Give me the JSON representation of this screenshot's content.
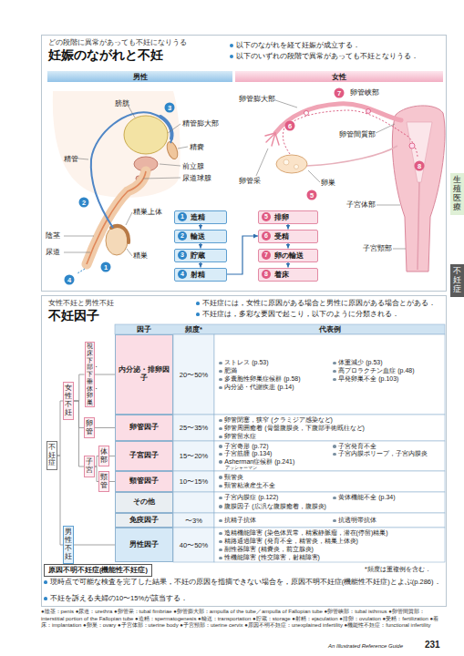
{
  "diagram": {
    "nodes": [
      {
        "text": [
          "どの段階に異常があっても不妊になりうる",
          "妊娠のながれと不妊"
        ]
      },
      {
        "text": [
          "男性"
        ],
        "in": 0
      },
      {
        "text": [
          "女性"
        ],
        "in": 0
      },
      {
        "text": [
          "1",
          "造精"
        ],
        "in": 0
      },
      {
        "text": [
          "2",
          "輸送"
        ],
        "in": 0
      },
      {
        "text": [
          "3",
          "貯蔵"
        ],
        "in": 0
      },
      {
        "text": [
          "4",
          "射精"
        ],
        "in": 0
      },
      {
        "text": [
          "5",
          "排卵"
        ],
        "in": 0
      },
      {
        "text": [
          "6",
          "受精"
        ],
        "in": 0
      },
      {
        "text": [
          "7",
          "卵の輸送"
        ],
        "in": 0
      },
      {
        "text": [
          "8",
          "着床"
        ],
        "in": 0
      },
      {
        "text": [
          "女性不妊と男性不妊",
          "不妊因子"
        ]
      },
      {
        "text": [
          "不妊症"
        ],
        "in": 11
      },
      {
        "text": [
          "女性不妊"
        ],
        "in": 11
      },
      {
        "text": [
          "視床下部・下垂体・卵巣"
        ],
        "in": 11
      },
      {
        "text": [
          "卵管"
        ],
        "in": 11
      },
      {
        "text": [
          "子宮"
        ],
        "in": 11
      },
      {
        "text": [
          "体部"
        ],
        "in": 11
      },
      {
        "text": [
          "頸管"
        ],
        "in": 11
      },
      {
        "text": [
          "男性不妊"
        ],
        "in": 11
      },
      {
        "text": [
          "内分泌・排卵因子"
        ],
        "in": 11
      },
      {
        "text": [
          "卵管因子"
        ],
        "in": 11
      },
      {
        "text": [
          "子宮因子"
        ],
        "in": 11
      },
      {
        "text": [
          "頸管因子"
        ],
        "in": 11
      },
      {
        "text": [
          "その他"
        ],
        "in": 11
      },
      {
        "text": [
          "免疫因子"
        ],
        "in": 11
      },
      {
        "text": [
          "男性因子"
        ],
        "in": 11
      },
      {
        "text": [
          "原因不明不妊症(機能性不妊症)"
        ],
        "in": 11
      },
      {
        "text": [
          "生殖医療"
        ]
      },
      {
        "text": [
          "不妊症"
        ]
      }
    ],
    "edges": [
      {
        "from": 3,
        "to": 4,
        "arrow": "to"
      },
      {
        "from": 4,
        "to": 5,
        "arrow": "to"
      },
      {
        "from": 5,
        "to": 6,
        "arrow": "to"
      },
      {
        "from": 6,
        "to": 8,
        "arrow": "to"
      },
      {
        "from": 7,
        "to": 8,
        "arrow": "to"
      },
      {
        "from": 8,
        "to": 9,
        "arrow": "to"
      },
      {
        "from": 9,
        "to": 10,
        "arrow": "to"
      },
      {
        "from": 12,
        "to": 13,
        "arrow": "none"
      },
      {
        "from": 12,
        "to": 19,
        "arrow": "none"
      },
      {
        "from": 13,
        "to": 14,
        "arrow": "none"
      },
      {
        "from": 13,
        "to": 15,
        "arrow": "none"
      },
      {
        "from": 13,
        "to": 16,
        "arrow": "none"
      },
      {
        "from": 16,
        "to": 17,
        "arrow": "none"
      },
      {
        "from": 16,
        "to": 18,
        "arrow": "none"
      },
      {
        "from": 14,
        "to": 20,
        "arrow": "none"
      },
      {
        "from": 15,
        "to": 21,
        "arrow": "none"
      },
      {
        "from": 17,
        "to": 22,
        "arrow": "none"
      },
      {
        "from": 18,
        "to": 23,
        "arrow": "none"
      },
      {
        "from": 19,
        "to": 26,
        "arrow": "none"
      }
    ],
    "labels": [
      "以下のながれを経て妊娠が成立する．",
      "以下のいずれの段階で異常があっても不妊となりうる．",
      "膀胱",
      "精管膨大部",
      "精嚢",
      "前立腺",
      "尿道球腺",
      "精管",
      "陰茎",
      "尿道",
      "精巣上体",
      "精巣",
      "3",
      "2",
      "1",
      "4",
      "卵管峡部",
      "卵管膨大部",
      "卵管間質部",
      "卵管采",
      "卵巣",
      "子宮体部",
      "子宮頸部",
      "7",
      "6",
      "8",
      "5",
      "不妊症には，女性に原因がある場合と男性に原因がある場合とがある．",
      "不妊症は，多彩な要因で起こり，以下のように分類される．",
      "因子",
      "頻度*",
      "代表例",
      "20〜50%",
      "ストレス (p.53)",
      "体重減少 (p.53)",
      "肥満",
      "高プロラクチン血症 (p.48)",
      "多囊胞性卵巣症候群 (p.58)",
      "早発卵巣不全 (p.103)",
      "内分泌・代謝疾患 (p.14)",
      "25〜35%",
      "卵管閉塞，狭窄 (クラミジア感染など)",
      "卵管周囲癒着 (骨盤腹膜炎，下腹部手術既往など)",
      "卵管留水症",
      "15〜20%",
      "子宮奇形 (p.72)",
      "子宮発育不全",
      "子宮筋腫 (p.134)",
      "子宮内膜ポリープ，子宮内膜炎",
      "Asherman症候群 (p.241)",
      "アッシャーマン",
      "10〜15%",
      "頸管炎",
      "頸管粘液産生不全",
      "子宮内膜症 (p.122)",
      "黄体機能不全 (p.34)",
      "腹膜因子 (広汎な腹膜癒着，腹膜炎)",
      "〜3%",
      "抗精子抗体",
      "抗透明帯抗体",
      "40〜50%",
      "造精機能障害 (染色体異常，精索静脈瘤，潜在(停留)精巣)",
      "精路通過障害 (発育不全，精管炎，精巣上体炎)",
      "副性器障害 (精嚢炎，前立腺炎)",
      "性機能障害 (性交障害，射精障害)",
      "*頻度は重複例を含む．",
      "現時点で可能な検査を完了した結果，不妊の原因を指摘できない場合を，原因不明不妊症(機能性不妊症)とよぶ(p.286)．",
      "不妊を訴える夫婦の10〜15%が該当する．",
      "●陰茎：penis ●尿道：urethra ●卵管采：tubal fimbriae ●卵管膨大部：ampulla of the tube／ampulla of Fallopian tube ●卵管峡部：tubal isthmus ●卵管間質部：interstitial portion of the Fallopian tube ●造精：spermatogenesis ●輸送：transportation ●貯蔵：storage ●射精：ejaculation ●排卵：ovulation ●受精：fertilization ●着床：implantation ●卵巣：ovary ●子宮体部：uterine body ●子宮頸部：uterine cervix ●原因不明不妊症：unexplained infertility ●機能性不妊症：functional infertility",
      "231",
      "An Illustrated Reference Guide"
    ]
  }
}
